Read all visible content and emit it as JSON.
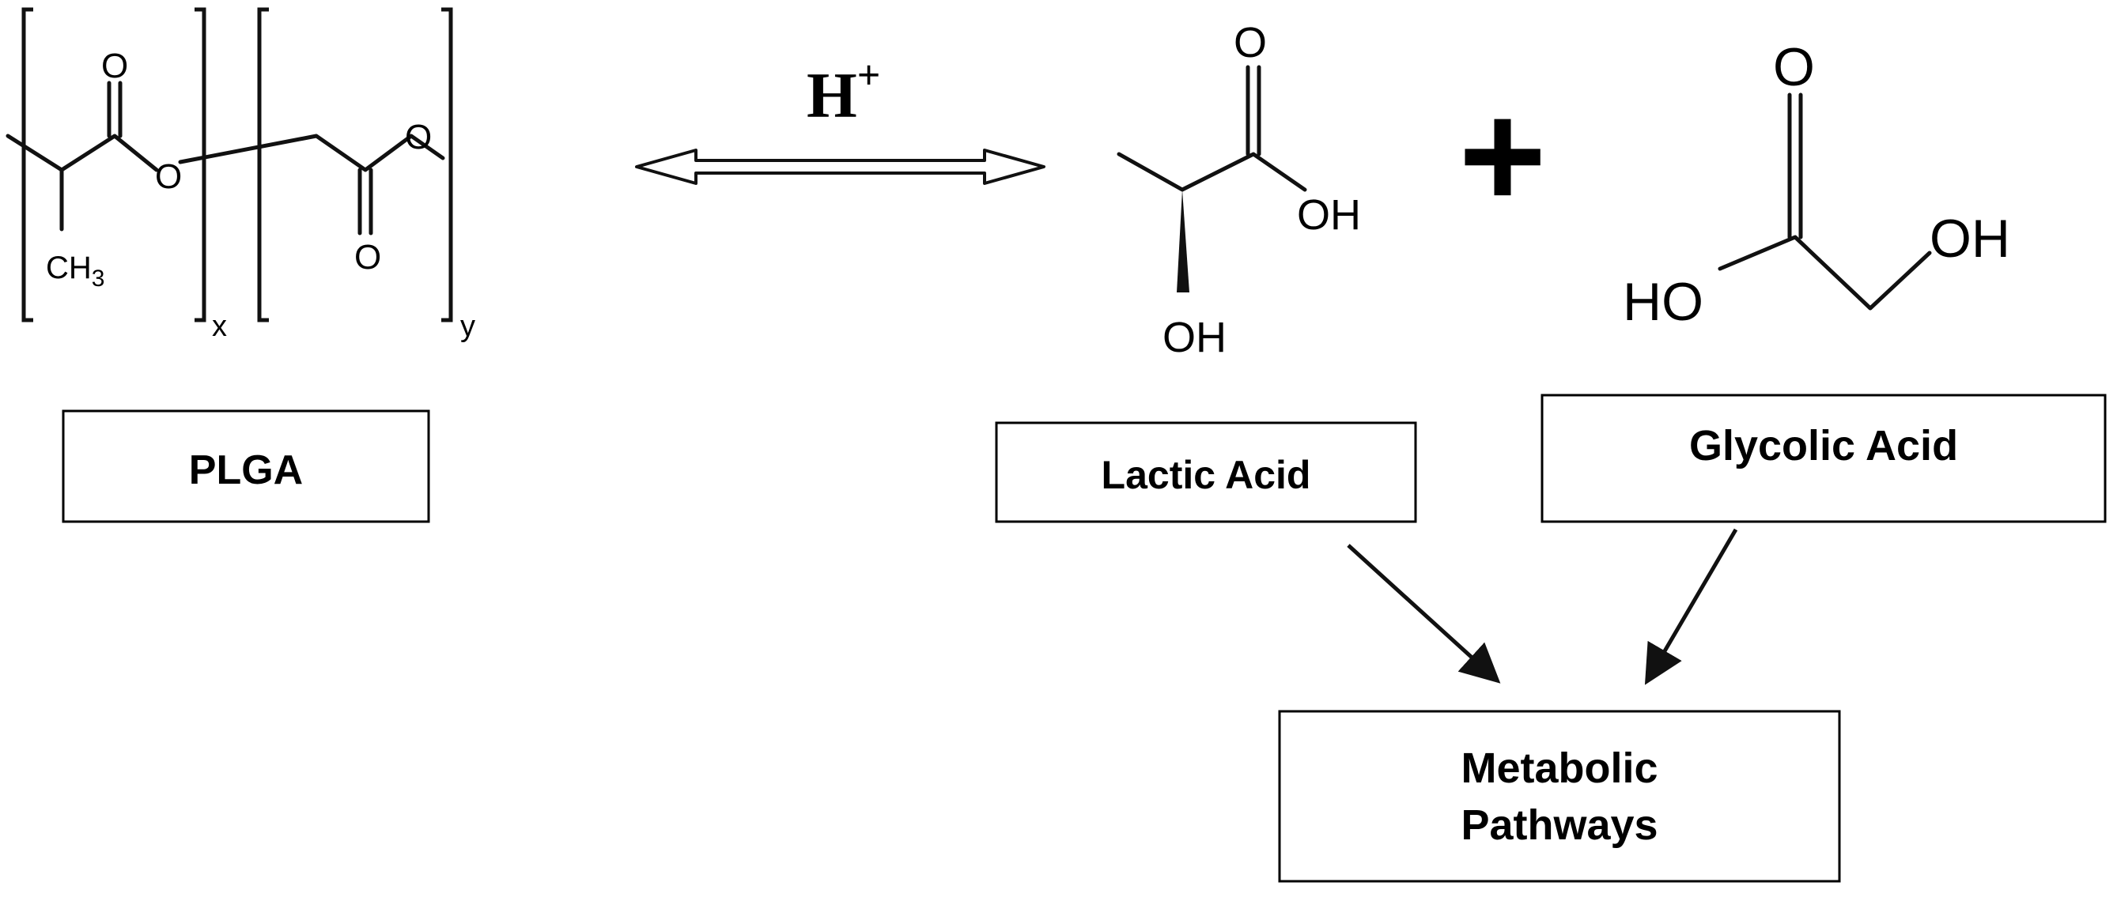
{
  "reaction": {
    "catalyst": "H",
    "catalyst_charge": "+",
    "plus_sign": "+"
  },
  "plga": {
    "oxygen_label": "O",
    "carbonyl_oxygen_label": "O",
    "methyl_label": "CH",
    "methyl_subscript": "3",
    "subscript_x": "x",
    "subscript_y": "y",
    "box_label": "PLGA"
  },
  "lactic_acid": {
    "carbonyl_oxygen_label": "O",
    "hydroxyl_label_acid": "OH",
    "hydroxyl_label_alpha": "OH",
    "box_label": "Lactic Acid"
  },
  "glycolic_acid": {
    "carbonyl_oxygen_label": "O",
    "hydroxyl_label_left": "HO",
    "hydroxyl_label_right": "OH",
    "box_label": "Glycolic Acid"
  },
  "metabolic": {
    "line1": "Metabolic",
    "line2": "Pathways"
  }
}
